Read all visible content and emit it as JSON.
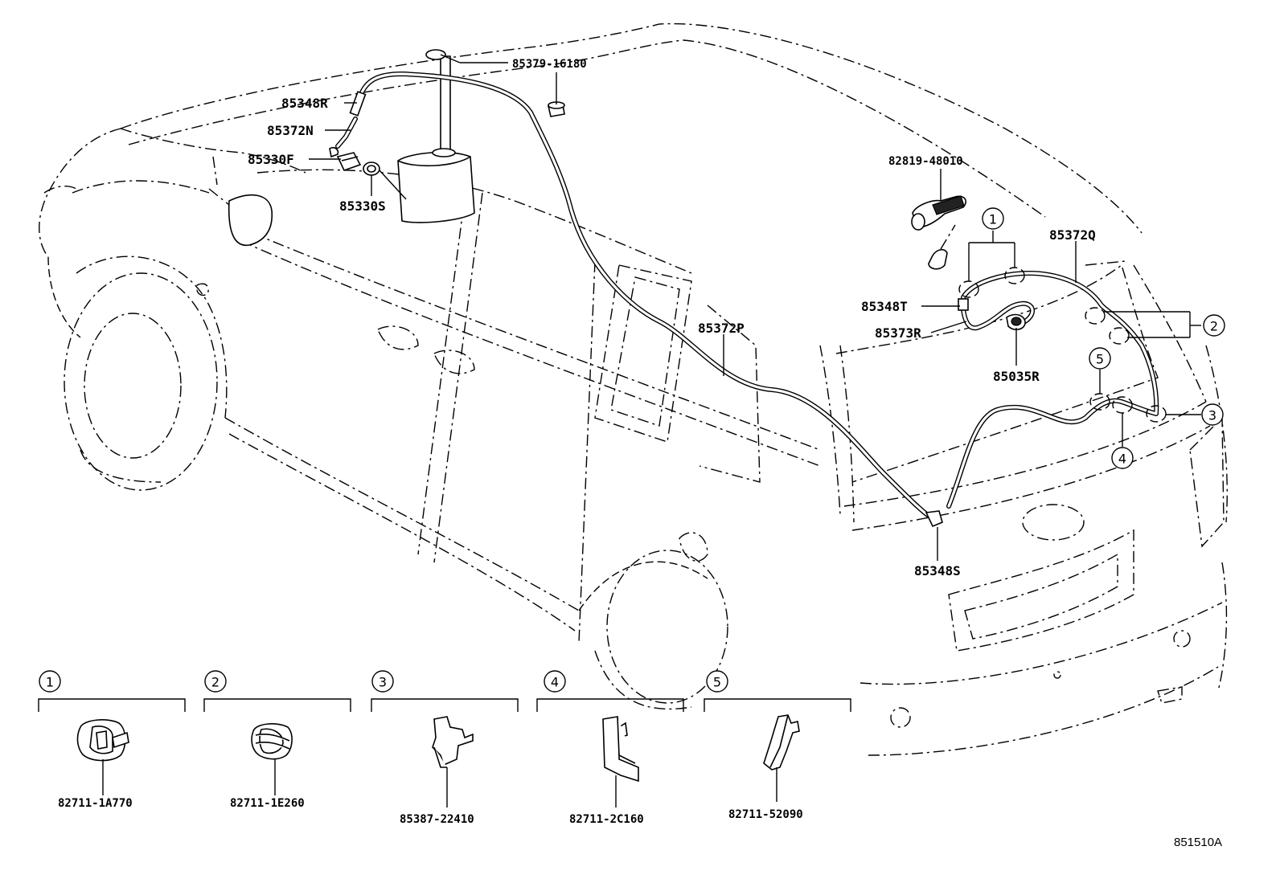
{
  "labels": {
    "p85379_16180": "85379-16180",
    "p85348R": "85348R",
    "p85372N": "85372N",
    "p85330F": "85330F",
    "p85330S": "85330S",
    "p82819_48010": "82819-48010",
    "p85372Q": "85372Q",
    "p85348T": "85348T",
    "p85373R": "85373R",
    "p85035R": "85035R",
    "p85372P": "85372P",
    "p85348S": "85348S"
  },
  "callouts": {
    "c1": "1",
    "c2": "2",
    "c3": "3",
    "c4": "4",
    "c5": "5"
  },
  "clip_legend": [
    {
      "num": "1",
      "part": "82711-1A770"
    },
    {
      "num": "2",
      "part": "82711-1E260"
    },
    {
      "num": "3",
      "part": "85387-22410"
    },
    {
      "num": "4",
      "part": "82711-2C160"
    },
    {
      "num": "5",
      "part": "82711-52090"
    }
  ],
  "diagram_ref": "851510A"
}
